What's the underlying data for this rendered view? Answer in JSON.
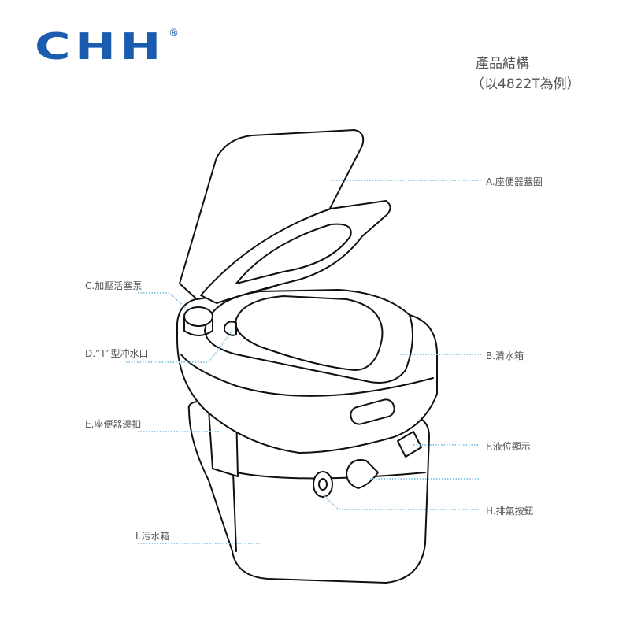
{
  "brand": {
    "name": "CHH",
    "registered": "®",
    "color": "#1c5cae"
  },
  "title": {
    "line1": "產品結構",
    "line2": "（以4822T為例）"
  },
  "labels": {
    "a": "A.座便器蓋圈",
    "b": "B.清水箱",
    "c": "C.加壓活塞泵",
    "d": "D.”T”型冲水口",
    "e": "E.座便器邊扣",
    "f": "F.液位顯示",
    "h": "H.排氣按鈕",
    "i": "I.污水箱"
  },
  "leader_color": "#8cc8e8"
}
